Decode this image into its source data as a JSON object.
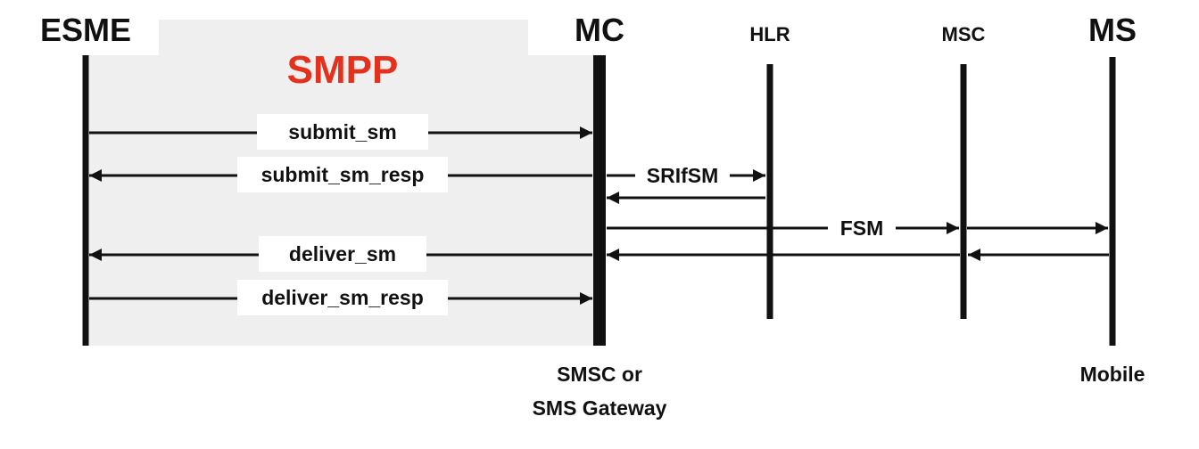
{
  "actors": {
    "esme": "ESME",
    "mc": "MC",
    "hlr": "HLR",
    "msc": "MSC",
    "ms": "MS"
  },
  "protocol_label": "SMPP",
  "messages": {
    "submit_sm": "submit_sm",
    "submit_sm_resp": "submit_sm_resp",
    "srifsm": "SRIfSM",
    "fsm": "FSM",
    "deliver_sm": "deliver_sm",
    "deliver_sm_resp": "deliver_sm_resp"
  },
  "notes": {
    "mc_line1": "SMSC or",
    "mc_line2": "SMS Gateway",
    "ms_line1": "Mobile"
  },
  "colors": {
    "protocol": "#e2311d",
    "region": "#efefef",
    "line": "#111111"
  }
}
